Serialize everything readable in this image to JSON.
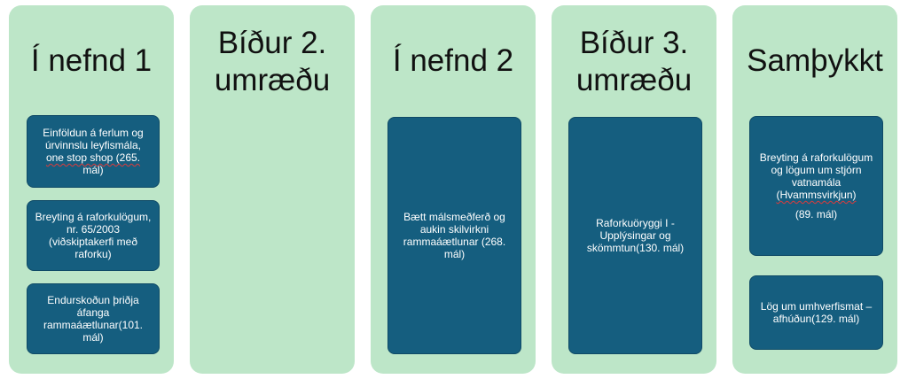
{
  "columns": [
    {
      "title": "Í nefnd 1",
      "cards": [
        {
          "lines": [
            "Einföldun á ferlum og",
            "úrvinnslu leyfismála,",
            "one stop shop (265.",
            "mál)"
          ]
        },
        {
          "lines": [
            "Breyting á raforkulögum,",
            "nr. 65/2003",
            "(viðskiptakerfi með",
            "raforku)"
          ]
        },
        {
          "lines": [
            "Endurskoðun þriðja",
            "áfanga",
            "rammaáætlunar(101.",
            "mál)"
          ]
        }
      ]
    },
    {
      "title": "Bíður 2.\numræðu",
      "cards": []
    },
    {
      "title": "Í nefnd 2",
      "cards": [
        {
          "lines": [
            "Bætt málsmeðferð og",
            "aukin skilvirkni",
            "rammaáætlunar (268.",
            "mál)"
          ]
        }
      ]
    },
    {
      "title": "Bíður 3.\numræðu",
      "cards": [
        {
          "lines": [
            "Raforkuöryggi I -",
            "Upplýsingar og",
            "skömmtun(130. mál)"
          ]
        }
      ]
    },
    {
      "title": "Samþykkt",
      "cards": [
        {
          "lines": [
            "Breyting á raforkulögum",
            "og lögum um stjórn",
            "vatnamála",
            "(Hvammsvirkjun)",
            "",
            "(89. mál)"
          ]
        },
        {
          "lines": [
            "Lög um umhverfismat –",
            "afhúðun(129. mál)"
          ]
        }
      ]
    }
  ],
  "colors": {
    "column_bg": "#bde6c8",
    "card_bg": "#155e7f",
    "card_text": "#ffffff",
    "title_text": "#111111"
  }
}
